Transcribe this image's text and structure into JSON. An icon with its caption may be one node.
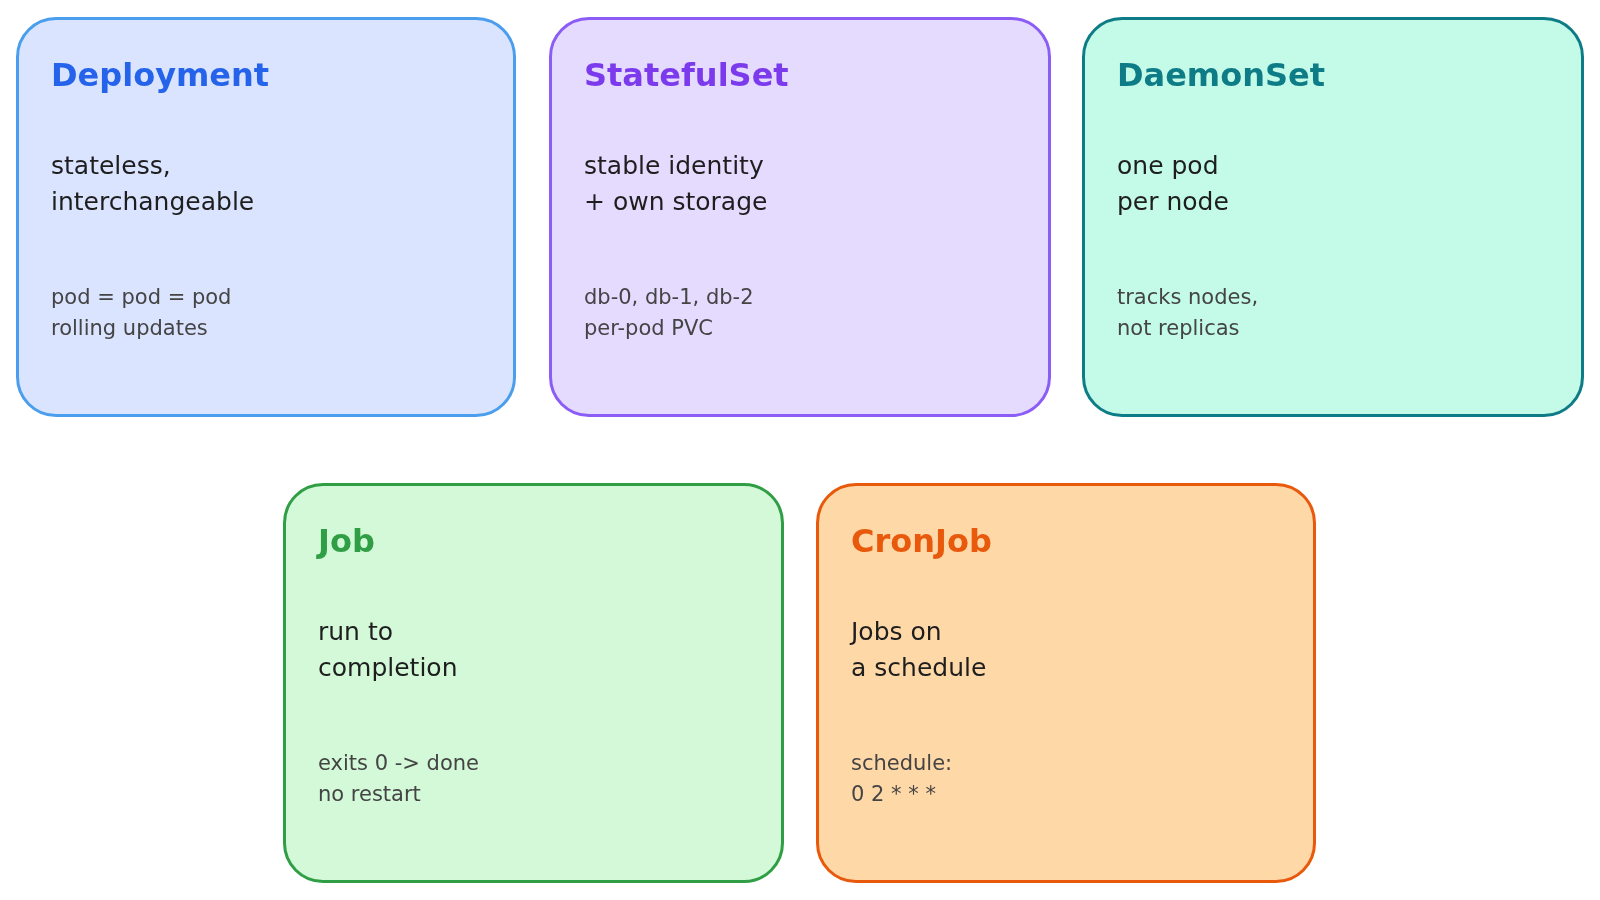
{
  "diagram": {
    "nodes": [
      {
        "text": [
          "Deployment",
          "stateless, interchangeable",
          "pod = pod = pod rolling updates"
        ]
      },
      {
        "text": [
          "StatefulSet",
          "stable identity + own storage",
          "db-0, db-1, db-2 per-pod PVC"
        ]
      },
      {
        "text": [
          "DaemonSet",
          "one pod per node",
          "tracks nodes, not replicas"
        ]
      },
      {
        "text": [
          "Job",
          "run to completion",
          "exits 0 -> done no restart"
        ]
      },
      {
        "text": [
          "CronJob",
          "Jobs on a schedule",
          "schedule: 0 2 * * *"
        ]
      }
    ],
    "edges": []
  }
}
